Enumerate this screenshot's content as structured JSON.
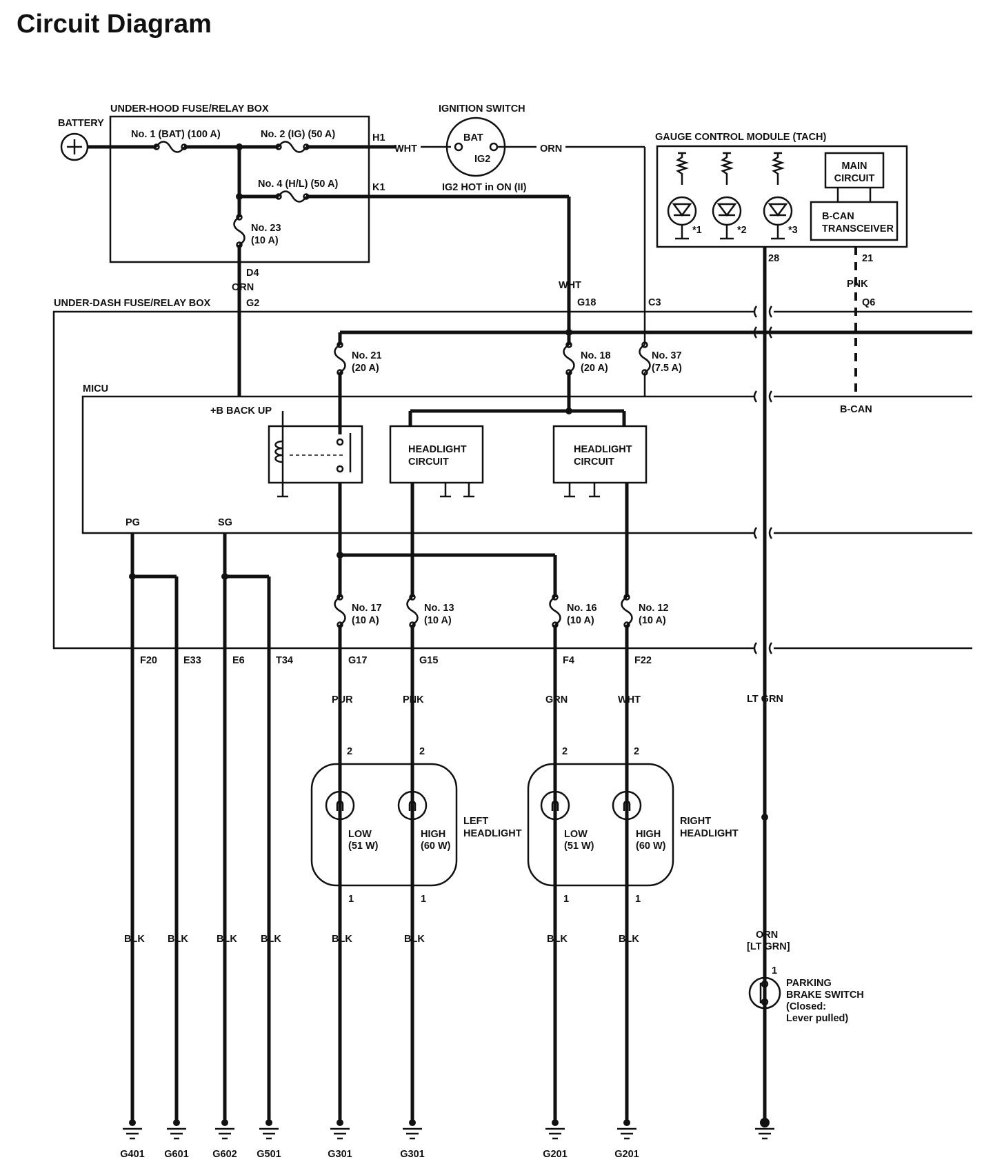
{
  "title": "Circuit Diagram",
  "components": {
    "battery": "BATTERY",
    "underhood_box": "UNDER-HOOD FUSE/RELAY BOX",
    "fuse1": "No. 1 (BAT) (100 A)",
    "fuse2": "No. 2 (IG) (50 A)",
    "fuse4": "No. 4 (H/L) (50 A)",
    "fuse23": [
      "No. 23",
      "(10 A)"
    ],
    "ignition_switch": "IGNITION SWITCH",
    "ign_bat": "BAT",
    "ign_ig2": "IG2",
    "ig2_hot": "IG2 HOT in ON (II)",
    "gauge_module": "GAUGE CONTROL MODULE (TACH)",
    "main_circuit": [
      "MAIN",
      "CIRCUIT"
    ],
    "bcan_transceiver": [
      "B-CAN",
      "TRANSCEIVER"
    ],
    "led_notes": [
      "*1",
      "*2",
      "*3"
    ],
    "underdash_box": "UNDER-DASH FUSE/RELAY BOX",
    "micu": "MICU",
    "backup": "+B BACK UP",
    "headlight_circuit": [
      "HEADLIGHT",
      "CIRCUIT"
    ],
    "bcan": "B-CAN",
    "fuse21": [
      "No. 21",
      "(20 A)"
    ],
    "fuse18": [
      "No. 18",
      "(20 A)"
    ],
    "fuse37": [
      "No. 37",
      "(7.5 A)"
    ],
    "fuse17": [
      "No. 17",
      "(10 A)"
    ],
    "fuse13": [
      "No. 13",
      "(10 A)"
    ],
    "fuse16": [
      "No. 16",
      "(10 A)"
    ],
    "fuse12": [
      "No. 12",
      "(10 A)"
    ],
    "left_headlight": [
      "LEFT",
      "HEADLIGHT"
    ],
    "right_headlight": [
      "RIGHT",
      "HEADLIGHT"
    ],
    "low": [
      "LOW",
      "(51 W)"
    ],
    "high": [
      "HIGH",
      "(60 W)"
    ],
    "parking_brake": [
      "PARKING",
      "BRAKE SWITCH",
      "(Closed:",
      "Lever pulled)"
    ]
  },
  "terminals": {
    "H1": "H1",
    "K1": "K1",
    "D4": "D4",
    "G2": "G2",
    "G18": "G18",
    "C3": "C3",
    "t28": "28",
    "t21": "21",
    "Q6": "Q6",
    "PG": "PG",
    "SG": "SG",
    "F20": "F20",
    "E33": "E33",
    "E6": "E6",
    "T34": "T34",
    "G17": "G17",
    "G15": "G15",
    "F4": "F4",
    "F22": "F22",
    "pin2": "2",
    "pin1": "1",
    "pb1": "1"
  },
  "wires": {
    "wht": "WHT",
    "orn": "ORN",
    "pnk": "PNK",
    "pur": "PUR",
    "grn": "GRN",
    "ltgrn": "LT GRN",
    "blk": "BLK",
    "orn_ltgrn": [
      "ORN",
      "[LT GRN]"
    ]
  },
  "grounds": [
    "G401",
    "G601",
    "G602",
    "G501",
    "G301",
    "G301",
    "G201",
    "G201"
  ]
}
